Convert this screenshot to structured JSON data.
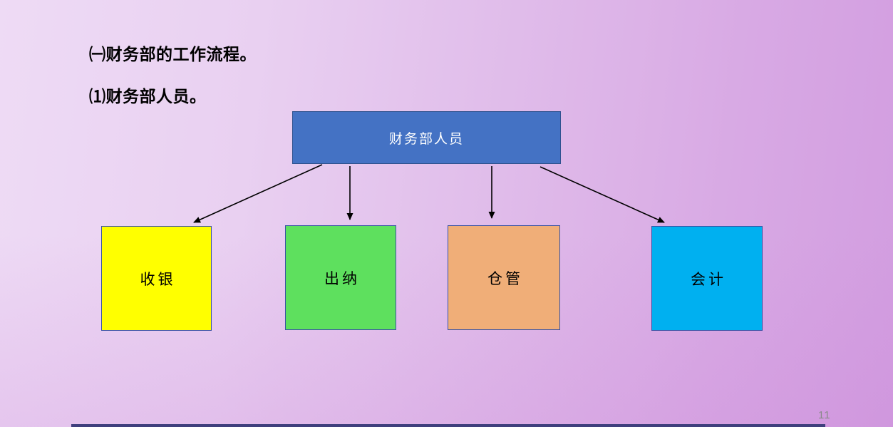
{
  "slide": {
    "heading_line1": "㈠财务部的工作流程。",
    "heading_line2": "⑴财务部人员。",
    "page_number": "11",
    "colors": {
      "root_box_fill": "#4472c4",
      "root_box_text": "#ffffff",
      "cashier_fill": "#ffff00",
      "teller_fill": "#5ee05e",
      "warehouse_fill": "#f0ae78",
      "accountant_fill": "#00b0f0",
      "arrow": "#000000",
      "footer_bar": "#3f3f7d",
      "page_number_text": "#8a8a8a"
    },
    "diagram": {
      "root": {
        "label": "财务部人员"
      },
      "children": [
        {
          "label": "收银"
        },
        {
          "label": "出纳"
        },
        {
          "label": "仓管"
        },
        {
          "label": "会计"
        }
      ]
    }
  }
}
